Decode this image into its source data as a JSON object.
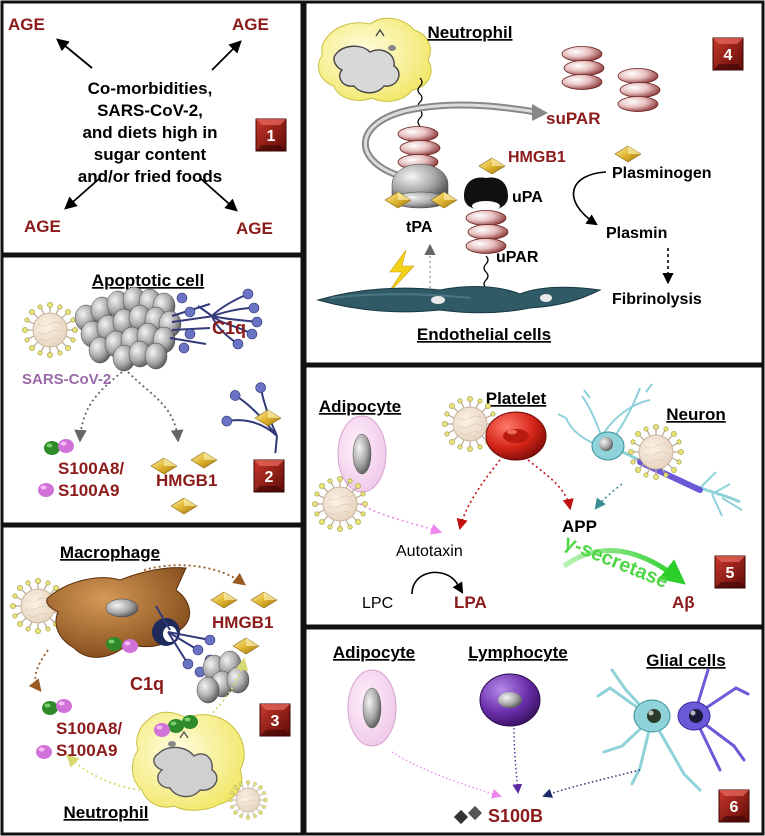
{
  "panel1": {
    "number": "1",
    "age_label": "AGE",
    "center_lines": [
      "Co-morbidities,",
      "SARS-CoV-2,",
      "and diets high in",
      "sugar content",
      "and/or fried foods"
    ]
  },
  "panel2": {
    "number": "2",
    "apoptotic_cell": "Apoptotic cell",
    "c1q": "C1q",
    "sars": "SARS-CoV-2",
    "s100a8": "S100A8/",
    "s100a9": "S100A9",
    "hmgb1": "HMGB1"
  },
  "panel3": {
    "number": "3",
    "macrophage": "Macrophage",
    "hmgb1": "HMGB1",
    "c1q": "C1q",
    "s100a8": "S100A8/",
    "s100a9": "S100A9",
    "neutrophil": "Neutrophil"
  },
  "panel4": {
    "number": "4",
    "neutrophil": "Neutrophil",
    "supar": "suPAR",
    "hmgb1": "HMGB1",
    "upa": "uPA",
    "plasminogen": "Plasminogen",
    "tpa": "tPA",
    "plasmin": "Plasmin",
    "upar": "uPAR",
    "fibrinolysis": "Fibrinolysis",
    "endothelial": "Endothelial cells"
  },
  "panel5": {
    "number": "5",
    "adipocyte": "Adipocyte",
    "platelet": "Platelet",
    "neuron": "Neuron",
    "app": "APP",
    "autotaxin": "Autotaxin",
    "gamma_secretase": "γ-secretase",
    "lpc": "LPC",
    "lpa": "LPA",
    "abeta": "Aβ"
  },
  "panel6": {
    "number": "6",
    "adipocyte": "Adipocyte",
    "lymphocyte": "Lymphocyte",
    "glial": "Glial cells",
    "s100b": "S100B"
  },
  "colors": {
    "label_red": "#8b1a1a",
    "badge_red": "#9b1b14",
    "virus_purple": "#9a6aa8",
    "secretase_green": "#4fd646",
    "neutrophil_yellow": "#fbf68a",
    "macrophage_brown": "#a8692a",
    "platelet_red": "#d42418",
    "lymphocyte_purple": "#6a2eaa",
    "endothelial_teal": "#2f5a66",
    "neuron_teal": "#8fd2da"
  }
}
